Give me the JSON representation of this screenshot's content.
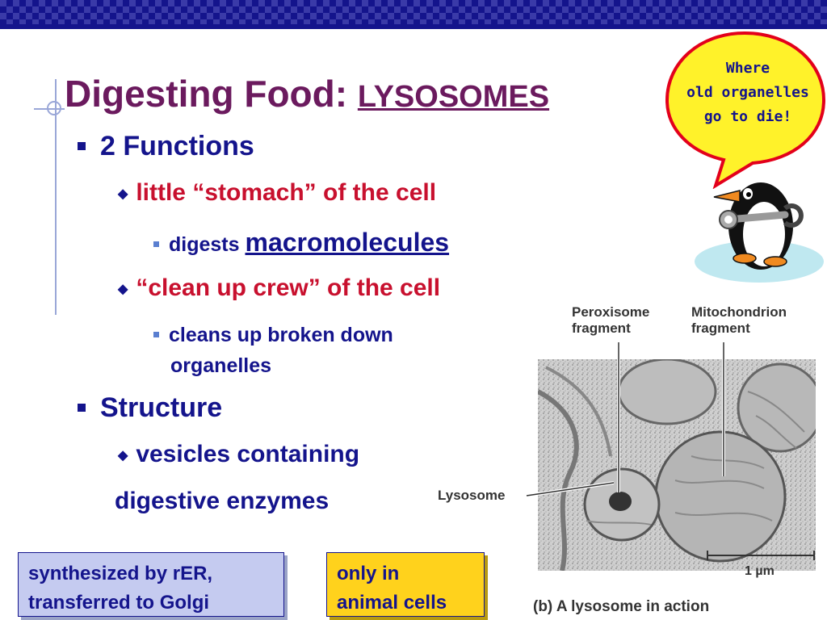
{
  "slide": {
    "title": "Digesting Food:",
    "title_sub": "LYSOSOMES",
    "bullets": {
      "functions": "2 Functions",
      "stomach": "little “stomach” of the cell",
      "digests": "digests",
      "macromolecules": "macromolecules",
      "cleanup": "“clean up crew” of the cell",
      "cleans_line1": "cleans up broken down",
      "cleans_line2": "organelles",
      "structure": "Structure",
      "vesicles": "vesicles containing",
      "enzymes": "digestive enzymes"
    }
  },
  "speech_bubble": {
    "line1": "Where",
    "line2": "old organelles",
    "line3": "go to die!"
  },
  "micrograph": {
    "label_peroxisome_1": "Peroxisome",
    "label_peroxisome_2": "fragment",
    "label_mito_1": "Mitochondrion",
    "label_mito_2": "fragment",
    "label_lysosome": "Lysosome",
    "scale": "1 µm",
    "caption": "(b) A lysosome in action"
  },
  "callouts": {
    "box1_line1": "synthesized by rER,",
    "box1_line2": "transferred to Golgi",
    "box2_line1": "only in",
    "box2_line2": "animal cells"
  },
  "colors": {
    "title": "#6b1a5e",
    "text_blue": "#14148c",
    "text_red": "#c8102e",
    "top_bar": "#14148c",
    "box1_bg": "#c5cbf0",
    "box2_bg": "#ffd21c",
    "bubble_fill": "#fff22a",
    "bubble_stroke": "#e3001b"
  }
}
